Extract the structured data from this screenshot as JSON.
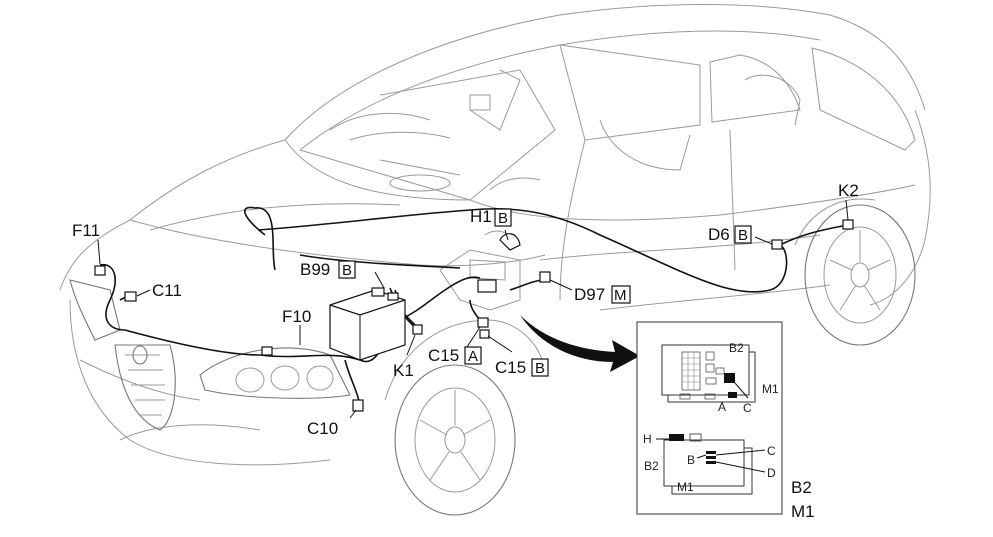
{
  "labels": {
    "f11": "F11",
    "c11": "C11",
    "f10": "F10",
    "c10": "C10",
    "k1": "K1",
    "b99": "B99",
    "b99_box": "B",
    "h1": "H1",
    "h1_box": "B",
    "c15a": "C15",
    "c15a_box": "A",
    "c15b": "C15",
    "c15b_box": "B",
    "d97": "D97",
    "d97_box": "M",
    "d6": "D6",
    "d6_box": "B",
    "k2": "K2"
  },
  "inset": {
    "top": {
      "b2": "B2",
      "m1": "M1",
      "a": "A",
      "c": "C"
    },
    "bottom": {
      "h": "H",
      "b": "B",
      "c": "C",
      "d": "D",
      "b2": "B2",
      "m1": "M1"
    },
    "caption_b2": "B2",
    "caption_m1": "M1"
  }
}
